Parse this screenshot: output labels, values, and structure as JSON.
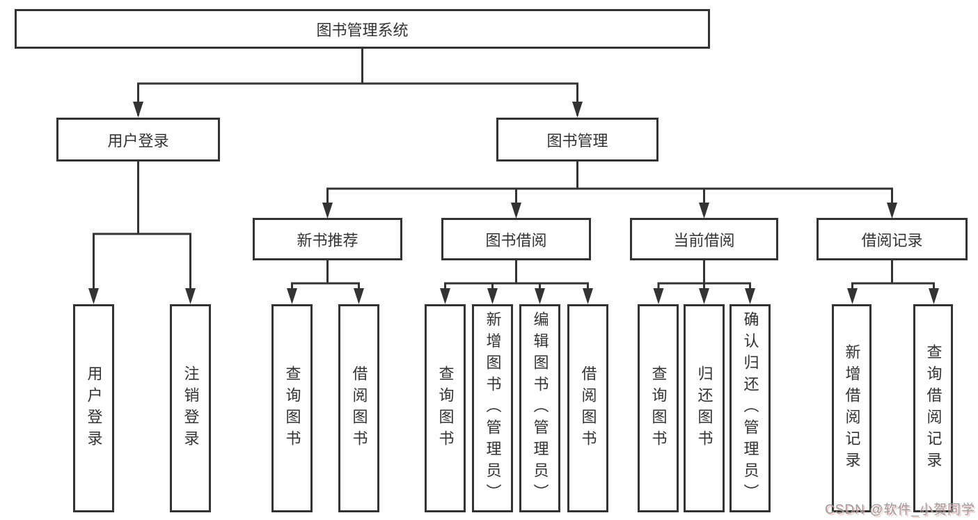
{
  "diagram": {
    "nodes": {
      "root": "图书管理系统",
      "user_login": "用户登录",
      "book_mgmt": "图书管理",
      "new_books": "新书推荐",
      "book_borrow": "图书借阅",
      "current_borrow": "当前借阅",
      "borrow_records": "借阅记录",
      "leaf_user_login": "用户登录",
      "leaf_logout": "注销登录",
      "leaf_nb_query": "查询图书",
      "leaf_nb_borrow": "借阅图书",
      "leaf_bb_query": "查询图书",
      "leaf_bb_add": "新增图书（管理员）",
      "leaf_bb_edit": "编辑图书（管理员）",
      "leaf_bb_borrow": "借阅图书",
      "leaf_cb_query": "查询图书",
      "leaf_cb_return": "归还图书",
      "leaf_cb_confirm": "确认归还（管理员）",
      "leaf_br_add": "新增借阅记录",
      "leaf_br_query": "查询借阅记录"
    },
    "colors": {
      "line": "#333333",
      "box_border": "#333333",
      "text": "#333333",
      "background": "#ffffff",
      "watermark_text": "#9b9b9b",
      "watermark_shadow": "#f0aaaa"
    }
  },
  "watermark": {
    "text": "CSDN @软件_小贺同学"
  }
}
